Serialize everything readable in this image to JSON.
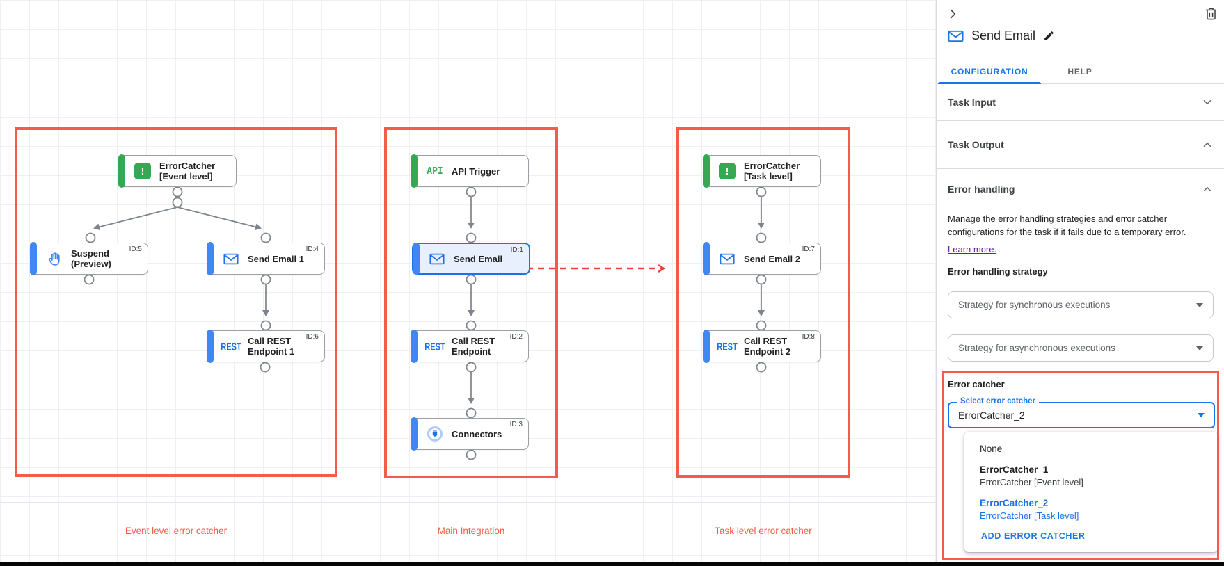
{
  "colors": {
    "annotation_red": "#f45b49",
    "selection_blue": "#1a73e8",
    "trigger_green": "#34a853",
    "breakpoint_dot_red": "#c5221f"
  },
  "canvas": {
    "groups": [
      {
        "caption": "Event level error catcher"
      },
      {
        "caption": "Main Integration"
      },
      {
        "caption": "Task level error catcher"
      }
    ],
    "icon_text": {
      "api": "API",
      "rest": "REST",
      "error": "!"
    },
    "nodes": {
      "ec_event": {
        "label": "ErrorCatcher\n[Event level]",
        "id": ""
      },
      "suspend": {
        "label": "Suspend\n(Preview)",
        "id": "ID:5"
      },
      "send_email_1": {
        "label": "Send Email 1",
        "id": "ID:4"
      },
      "call_rest_1": {
        "label": "Call REST\nEndpoint 1",
        "id": "ID:6"
      },
      "api_trigger": {
        "label": "API Trigger",
        "id": ""
      },
      "send_email": {
        "label": "Send Email",
        "id": "ID:1"
      },
      "call_rest": {
        "label": "Call REST\nEndpoint",
        "id": "ID:2"
      },
      "connectors": {
        "label": "Connectors",
        "id": "ID:3"
      },
      "ec_task": {
        "label": "ErrorCatcher\n[Task level]",
        "id": ""
      },
      "send_email_2": {
        "label": "Send Email 2",
        "id": "ID:7"
      },
      "call_rest_2": {
        "label": "Call REST\nEndpoint 2",
        "id": "ID:8"
      }
    }
  },
  "panel": {
    "title": "Send Email",
    "tabs": {
      "configuration": "CONFIGURATION",
      "help": "HELP"
    },
    "sections": {
      "task_input": "Task Input",
      "task_output": "Task Output",
      "error_handling": "Error handling"
    },
    "error_handling": {
      "description": "Manage the error handling strategies and error catcher configurations for the task if it fails due to a temporary error.",
      "learn_more": "Learn more.",
      "strategy_label": "Error handling strategy",
      "sync_select": "Strategy for synchronous executions",
      "async_select": "Strategy for asynchronous executions"
    },
    "error_catcher": {
      "label": "Error catcher",
      "select_label": "Select error catcher",
      "value": "ErrorCatcher_2",
      "menu": {
        "none": "None",
        "option1_name": "ErrorCatcher_1",
        "option1_desc": "ErrorCatcher [Event level]",
        "option2_name": "ErrorCatcher_2",
        "option2_desc": "ErrorCatcher [Task level]",
        "add": "ADD ERROR CATCHER"
      }
    }
  }
}
